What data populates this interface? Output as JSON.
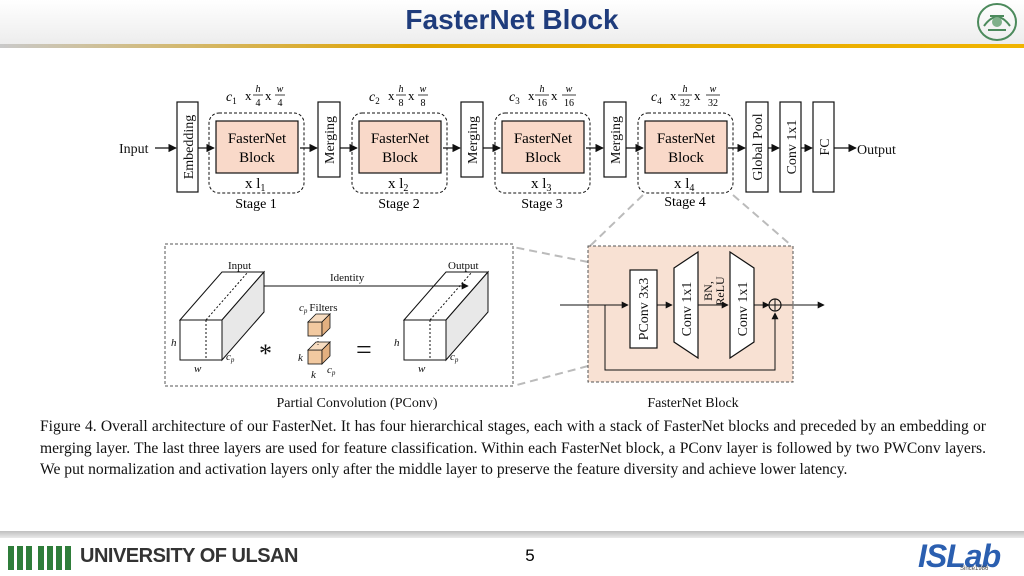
{
  "slide": {
    "title": "FasterNet Block",
    "page_number": "5",
    "university": "UNIVERSITY OF ULSAN",
    "lab_logo": "ISLab",
    "lab_logo_sub": "Since1986"
  },
  "figure": {
    "input_label": "Input",
    "output_label": "Output",
    "embedding": "Embedding",
    "merging": "Merging",
    "global_pool": "Global Pool",
    "conv_1x1": "Conv 1x1",
    "fc": "FC",
    "stages": [
      {
        "block_line1": "FasterNet",
        "block_line2": "Block",
        "repeat": "x l",
        "repeat_sub": "1",
        "label": "Stage 1",
        "dim_c": "c",
        "dim_c_sub": "1",
        "frac_h_num": "h",
        "frac_h_den": "4",
        "frac_w_num": "w",
        "frac_w_den": "4"
      },
      {
        "block_line1": "FasterNet",
        "block_line2": "Block",
        "repeat": "x l",
        "repeat_sub": "2",
        "label": "Stage 2",
        "dim_c": "c",
        "dim_c_sub": "2",
        "frac_h_num": "h",
        "frac_h_den": "8",
        "frac_w_num": "w",
        "frac_w_den": "8"
      },
      {
        "block_line1": "FasterNet",
        "block_line2": "Block",
        "repeat": "x l",
        "repeat_sub": "3",
        "label": "Stage 3",
        "dim_c": "c",
        "dim_c_sub": "3",
        "frac_h_num": "h",
        "frac_h_den": "16",
        "frac_w_num": "w",
        "frac_w_den": "16"
      },
      {
        "block_line1": "FasterNet",
        "block_line2": "Block",
        "repeat": "x l",
        "repeat_sub": "4",
        "label": "Stage 4",
        "dim_c": "c",
        "dim_c_sub": "4",
        "frac_h_num": "h",
        "frac_h_den": "32",
        "frac_w_num": "w",
        "frac_w_den": "32"
      }
    ],
    "times": "x",
    "pconv": {
      "input": "Input",
      "identity": "Identity",
      "output": "Output",
      "filters_c": "c",
      "filters_sub": "p",
      "filters_word": "Filters",
      "h": "h",
      "w": "w",
      "k": "k",
      "cp_c": "c",
      "cp_sub": "p",
      "star": "*",
      "equals": "=",
      "caption": "Partial Convolution (PConv)"
    },
    "block_detail": {
      "pconv": "PConv 3x3",
      "conv_a": "Conv 1x1",
      "bn": "BN,",
      "relu": "ReLU",
      "conv_b": "Conv 1x1",
      "caption": "FasterNet Block"
    },
    "caption": "Figure 4.  Overall architecture of our FasterNet.  It has four hierarchical stages, each with a stack of FasterNet blocks and preceded by an embedding or merging layer.  The last three layers are used for feature classification.  Within each FasterNet block, a PConv layer is followed by two PWConv layers.  We put normalization and activation layers only after the middle layer to preserve the feature diversity and achieve lower latency."
  },
  "colors": {
    "title": "#1f3c7c",
    "block_fill": "#f9d9c9",
    "detail_fill": "#f8e1d3",
    "cube_face": "#ffffff",
    "filter_fill": "#f2c9a0"
  }
}
